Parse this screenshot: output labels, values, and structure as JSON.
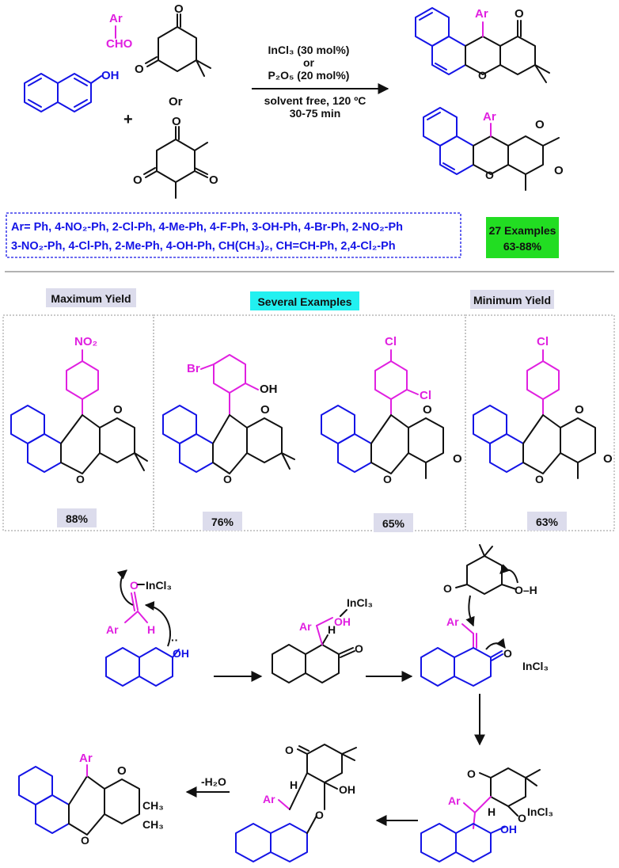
{
  "colors": {
    "blue": "#1414e6",
    "magenta": "#e020e0",
    "green": "#22dd22",
    "cyan": "#22f0f0",
    "lavender": "#dcdcec",
    "black": "#111111"
  },
  "top": {
    "ar": "Ar",
    "cho": "CHO",
    "oh": "OH",
    "plus": "+",
    "or": "Or",
    "cond1": "InCl₃ (30 mol%)",
    "cond2": "or",
    "cond3": "P₂O₅ (20 mol%)",
    "cond4": "solvent free, 120 ºC",
    "cond5": "30-75 min",
    "ar_line1": "Ar=  Ph, 4-NO₂-Ph, 2-Cl-Ph, 4-Me-Ph, 4-F-Ph, 3-OH-Ph, 4-Br-Ph, 2-NO₂-Ph",
    "ar_line2": "3-NO₂-Ph, 4-Cl-Ph, 2-Me-Ph, 4-OH-Ph, CH(CH₃)₂, CH=CH-Ph, 2,4-Cl₂-Ph",
    "examples1": "27 Examples",
    "examples2": "63-88%"
  },
  "mid": {
    "max": "Maximum Yield",
    "several": "Several Examples",
    "min": "Minimum Yield",
    "y1": "88%",
    "y2": "76%",
    "y3": "65%",
    "y4": "63%",
    "no2": "NO₂",
    "br": "Br",
    "oh": "OH",
    "cl": "Cl"
  },
  "mech": {
    "incl3": "InCl₃",
    "ar": "Ar",
    "h": "H",
    "o": "O",
    "oh": "OH",
    "ohh": "O–H",
    "water": "-H₂O",
    "ch3": "CH₃",
    "dots": "··"
  }
}
